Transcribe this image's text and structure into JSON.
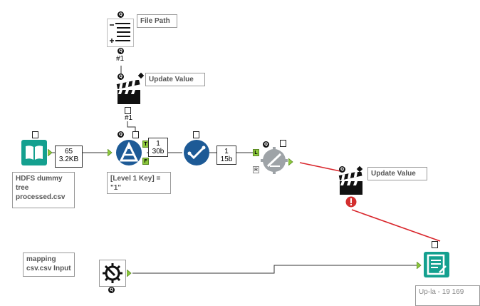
{
  "colors": {
    "accent_blue": "#1d5a96",
    "teal": "#14a08f",
    "error_red": "#d32f2f",
    "anchor_green": "#8cc83c",
    "connection_dark": "#333333",
    "connection_error": "#d9262c"
  },
  "tools": {
    "file_path": {
      "label": "File Path",
      "icon": "text-input-icon",
      "anchor_num": "#1"
    },
    "update_value_1": {
      "label": "Update Value",
      "icon": "clapperboard-icon",
      "anchor_num": "#1"
    },
    "hdfs_input": {
      "label": "HDFS dummy tree processed.csv",
      "icon": "book-icon"
    },
    "filter": {
      "label": "[Level 1 Key] = \"1\"",
      "icon": "filter-icon",
      "true_anchor": "T",
      "false_anchor": "F"
    },
    "check_tool": {
      "icon": "check-circle-icon"
    },
    "join_tool": {
      "icon": "gear-disabled-icon",
      "left_anchor": "L",
      "right_anchor": "R"
    },
    "update_value_2": {
      "label": "Update Value",
      "icon": "clapperboard-icon"
    },
    "mapping_input": {
      "label": "mapping csv.csv Input",
      "icon": "gear-input-icon"
    },
    "output": {
      "icon": "output-document-icon",
      "partial_label": "Up-la - 19 169"
    }
  },
  "counts": {
    "hdfs_to_filter": {
      "records": "65",
      "size": "3.2KB"
    },
    "filter_true": {
      "records": "1",
      "size": "30b"
    },
    "check_to_join": {
      "records": "1",
      "size": "15b"
    }
  }
}
